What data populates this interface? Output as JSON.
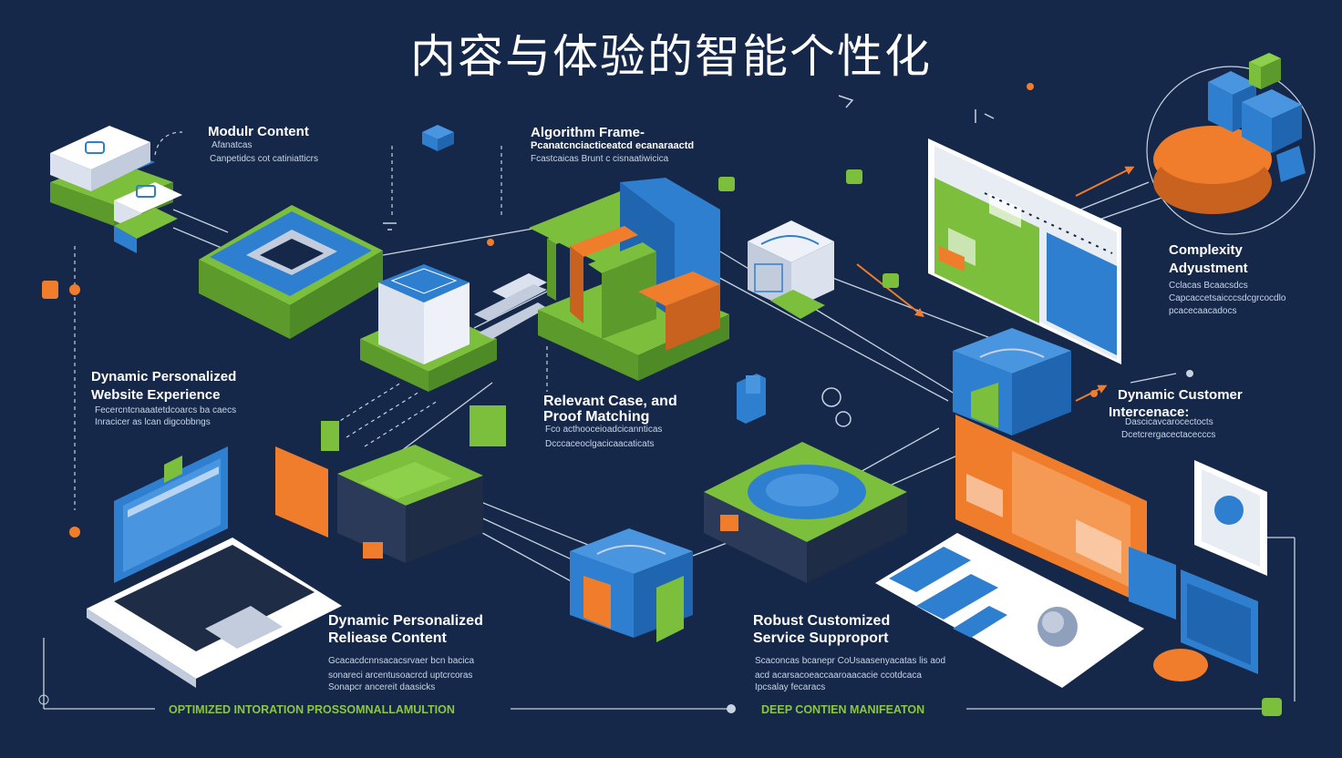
{
  "title": "内容与体验的智能个性化",
  "colors": {
    "background": "#15284a",
    "green": "#7cbf3c",
    "blue": "#2f7fd0",
    "orange": "#ef7d2c",
    "white": "#ffffff"
  },
  "nodes": {
    "modular_content": {
      "title": "Modulr Content",
      "sub1": "Afanatcas",
      "sub2": "Canpetidcs cot catiniatticrs"
    },
    "algorithm_frame": {
      "title": "Algorithm Frame-",
      "sub1": "Pcanatcnciacticeatcd ecanaraactd",
      "sub2": "Fcastcaicas Brunt c cisnaatiwicica"
    },
    "complexity": {
      "title1": "Complexity",
      "title2": "Adyustment",
      "sub1": "Cclacas Bcaacsdcs",
      "sub2": "Capcaccetsaicccsdcgrcocdlo",
      "sub3": "pcacecaacadocs"
    },
    "dynamic_web": {
      "title1": "Dynamic Personalized",
      "title2": "Website Experience",
      "sub1": "Fecercntcnaaatetdcoarcs ba caecs",
      "sub2": "Inracicer as lcan digcobbngs"
    },
    "relevant_case": {
      "title1": "Relevant Case, and",
      "title2": "Proof Matching",
      "sub1": "Fco acthooceioadcicannticas",
      "sub2": "Dcccaceoclgacicaacaticats"
    },
    "dynamic_customer": {
      "title1": "Dynamic Customer",
      "title2": "Intercenace:",
      "sub1": "Dascicavcarocectocts",
      "sub2": "Dcetcrergacectacecccs"
    },
    "dynamic_release": {
      "title1": "Dynamic Personalized",
      "title2": "Reliease Content",
      "sub1": "Gcacacdcnnsacacsrvaer bcn bacica",
      "sub2": "sonareci arcentusoacrcd uptcrcoras",
      "sub3": "Sonapcr ancereit daasicks"
    },
    "robust_service": {
      "title1": "Robust Customized",
      "title2": "Service Supproport",
      "sub1": "Scaconcas bcanepr CoUsaasenyacatas lis aod",
      "sub2": "acd acarsacoeaccaaroaacacie ccotdcaca",
      "sub3": "Ipcsalay fecaracs"
    }
  },
  "footer": {
    "left": "OPTIMIZED INTORATION PROSSOMNALLAMULTION",
    "right": "DEEP CONTIEN MANIFEATON"
  }
}
